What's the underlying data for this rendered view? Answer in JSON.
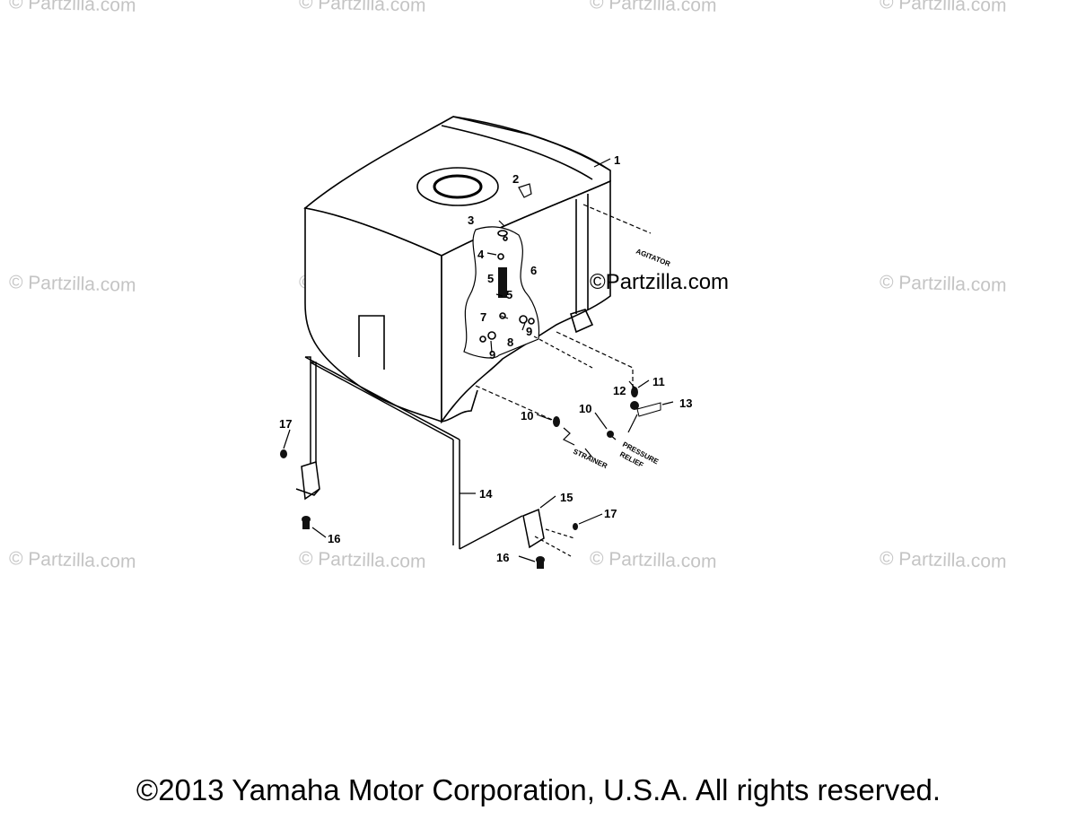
{
  "watermark": "© Partzilla.com",
  "site_mark": "©Partzilla.com",
  "copyright": "©2013 Yamaha Motor Corporation, U.S.A. All rights reserved.",
  "callouts": {
    "n1": "1",
    "n2": "2",
    "n3": "3",
    "n4": "4",
    "n5a": "5",
    "n5b": "5",
    "n6": "6",
    "n7": "7",
    "n8": "8",
    "n9a": "9",
    "n9b": "9",
    "n10a": "10",
    "n10b": "10",
    "n11": "11",
    "n12": "12",
    "n13": "13",
    "n14": "14",
    "n15": "15",
    "n16a": "16",
    "n16b": "16",
    "n17a": "17",
    "n17b": "17"
  },
  "labels": {
    "agitator": "AGITATOR",
    "strainer": "STRAINER",
    "pressure": "PRESSURE",
    "relief": "RELIEF"
  }
}
